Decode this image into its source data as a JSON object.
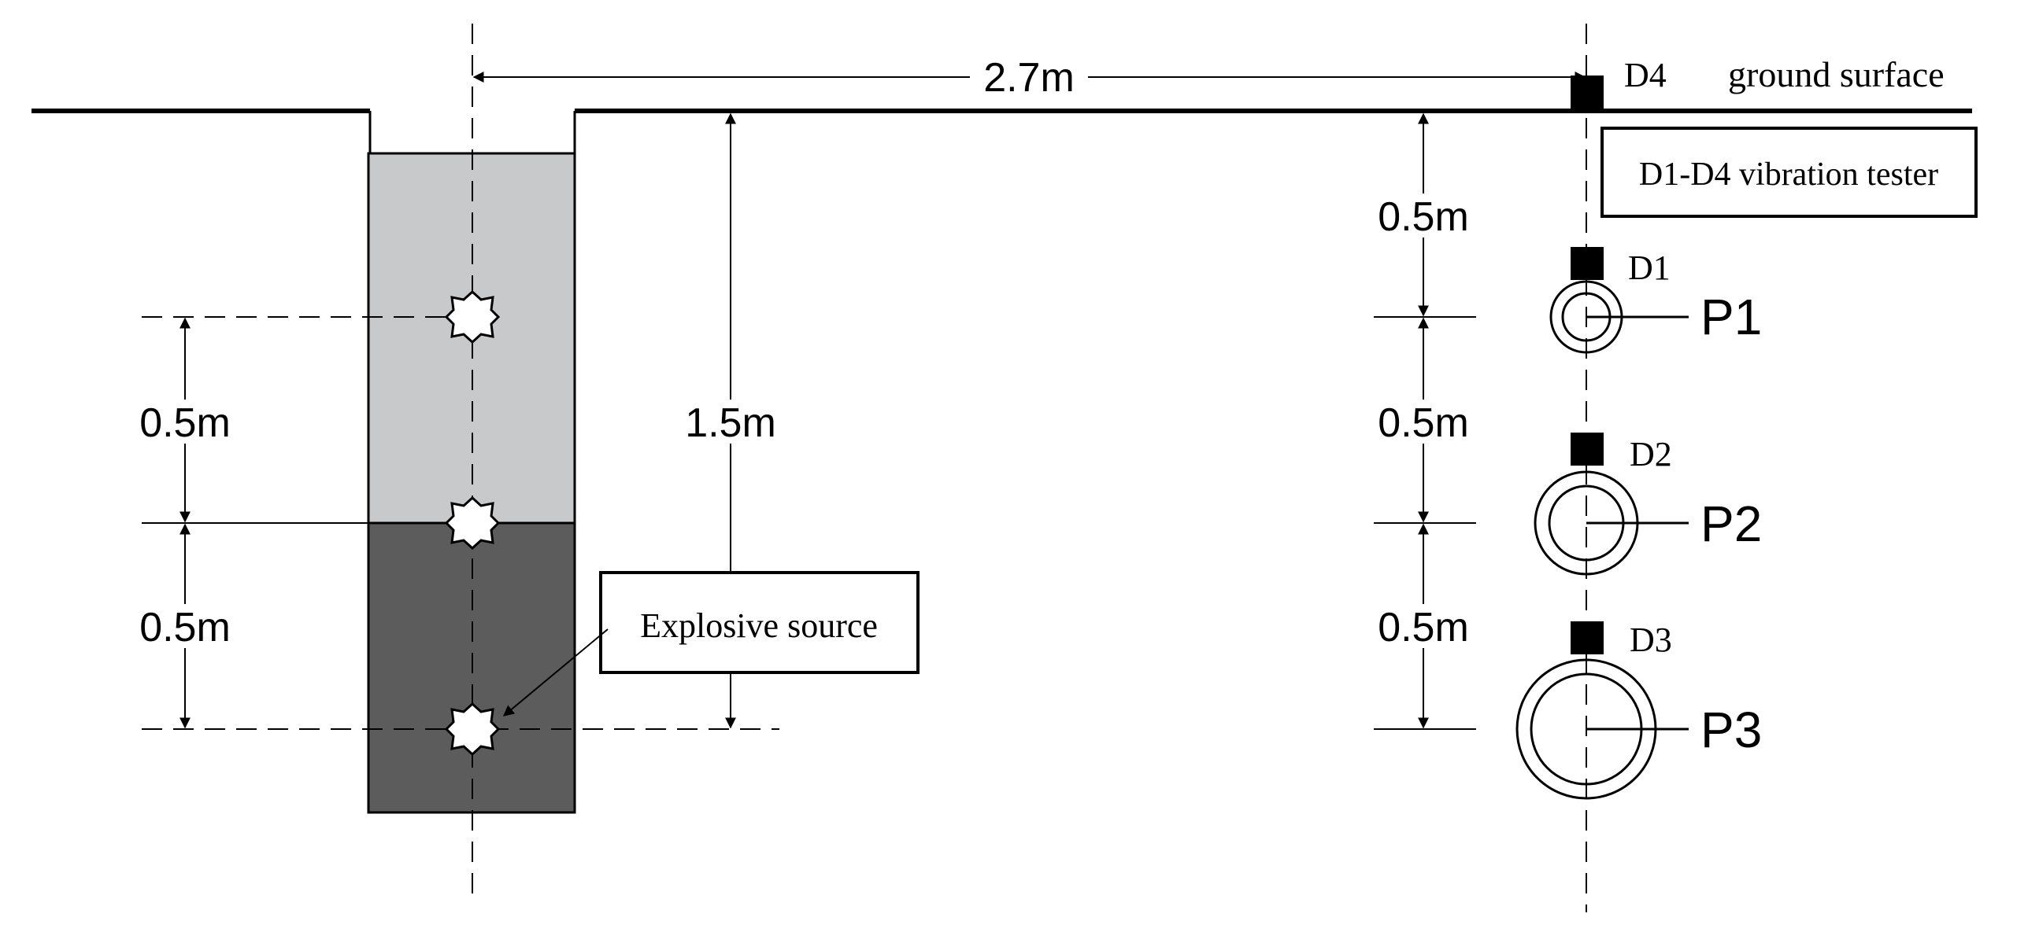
{
  "diagram": {
    "dim_horizontal": "2.7m",
    "dim_depth_total": "1.5m",
    "dims_left": [
      "0.5m",
      "0.5m"
    ],
    "dims_right": [
      "0.5m",
      "0.5m",
      "0.5m"
    ],
    "ground_label": "ground surface",
    "tester_box_label": "D1-D4 vibration tester",
    "source_box_label": "Explosive source",
    "detectors": [
      "D4",
      "D1",
      "D2",
      "D3"
    ],
    "pipes": [
      "P1",
      "P2",
      "P3"
    ],
    "colors": {
      "fill_upper": "#c8c9cb",
      "fill_lower": "#5c5c5c",
      "stroke": "#000000"
    }
  }
}
